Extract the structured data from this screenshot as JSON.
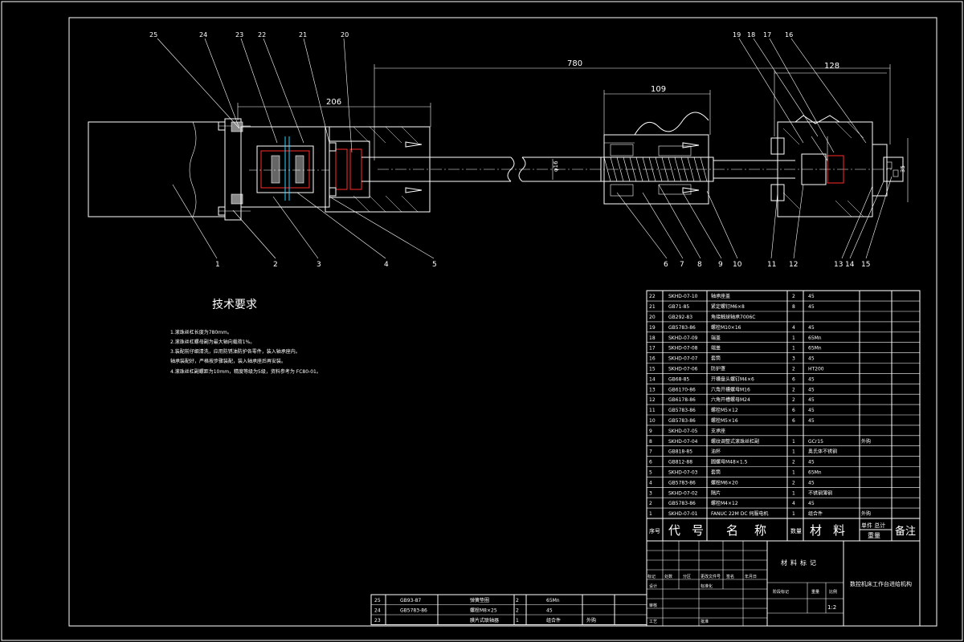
{
  "drawing": {
    "dimensions": {
      "d780": "780",
      "d128": "128",
      "d206": "206",
      "d109": "109",
      "d_small1": "φ16",
      "d_small2": "35"
    },
    "balloons_top": [
      "25",
      "24",
      "23",
      "22",
      "21",
      "20",
      "19",
      "18",
      "17",
      "16"
    ],
    "balloons_bottom": [
      "1",
      "2",
      "3",
      "4",
      "5",
      "6",
      "7",
      "8",
      "9",
      "10",
      "11",
      "12",
      "13",
      "14",
      "15"
    ]
  },
  "tech_req": {
    "title": "技术要求",
    "lines": [
      "1.滚珠丝杠长度为780mm。",
      "2.滚珠丝杠螺母副为最大轴向载荷1%。",
      "3.装配前仔细清洗，应用防锈油防护各零件，装入轴承座内。",
      "轴承装配好，严格按步骤装配，装入轴承座后再安装。",
      "4.滚珠丝杠副螺距为10mm，精度等级为5级，资料参考为 FC80-01。"
    ]
  },
  "bom": {
    "rows": [
      [
        "22",
        "SKHD-07-10",
        "轴承座盖",
        "2",
        "45",
        ""
      ],
      [
        "21",
        "GB71-85",
        "紧定螺钉M6×8",
        "8",
        "45",
        ""
      ],
      [
        "20",
        "GB292-83",
        "角接触球轴承7006C",
        "",
        "",
        ""
      ],
      [
        "19",
        "GB5783-86",
        "螺栓M10×16",
        "4",
        "45",
        ""
      ],
      [
        "18",
        "SKHD-07-09",
        "端盖",
        "1",
        "65Mn",
        ""
      ],
      [
        "17",
        "SKHD-07-08",
        "端盖",
        "1",
        "65Mn",
        ""
      ],
      [
        "16",
        "SKHD-07-07",
        "套筒",
        "3",
        "45",
        ""
      ],
      [
        "15",
        "SKHD-07-06",
        "防护罩",
        "2",
        "HT200",
        ""
      ],
      [
        "14",
        "GB68-85",
        "开槽盘头螺钉M4×6",
        "6",
        "45",
        ""
      ],
      [
        "13",
        "GB6170-86",
        "六角开槽螺母M16",
        "2",
        "45",
        ""
      ],
      [
        "12",
        "GB6178-86",
        "六角开槽螺母M24",
        "2",
        "45",
        ""
      ],
      [
        "11",
        "GB5783-86",
        "螺栓M5×12",
        "6",
        "45",
        ""
      ],
      [
        "10",
        "GB5783-86",
        "螺栓M5×16",
        "6",
        "45",
        ""
      ],
      [
        "9",
        "SKHD-07-05",
        "支承座",
        "",
        "",
        ""
      ],
      [
        "8",
        "SKHD-07-04",
        "螺纹调整式滚珠丝杠副",
        "1",
        "GCr15",
        "外购"
      ],
      [
        "7",
        "GB818-85",
        "油杯",
        "1",
        "奥氏体不锈钢",
        ""
      ],
      [
        "6",
        "GB812-88",
        "圆螺母M48×1.5",
        "2",
        "45",
        ""
      ],
      [
        "5",
        "SKHD-07-03",
        "套筒",
        "1",
        "65Mn",
        ""
      ],
      [
        "4",
        "GB5783-86",
        "螺栓M6×20",
        "2",
        "45",
        ""
      ],
      [
        "3",
        "SKHD-07-02",
        "隔片",
        "1",
        "不锈钢薄钢",
        ""
      ],
      [
        "2",
        "GB5783-86",
        "螺栓M4×12",
        "4",
        "45",
        ""
      ],
      [
        "1",
        "SKHD-07-01",
        "FANUC 22M DC 伺服电机",
        "1",
        "组合件",
        "外购"
      ]
    ],
    "header": {
      "seq": "序号",
      "code": "代号",
      "name": "名称",
      "qty": "数量",
      "material": "材料",
      "single_total": "单件 总计",
      "weight": "重量",
      "remark": "备注"
    }
  },
  "bom_lower": {
    "rows": [
      [
        "25",
        "GB93-87",
        "弹簧垫圈",
        "2",
        "65Mn",
        ""
      ],
      [
        "24",
        "GB5783-86",
        "螺栓M8×25",
        "2",
        "45",
        ""
      ],
      [
        "23",
        "",
        "膜片式联轴器",
        "1",
        "组合件",
        "外购"
      ]
    ]
  },
  "title_block": {
    "material_mark": "材料标记",
    "drawing_title": "数控机床工作台进给机构",
    "scale": "1:2",
    "labels": {
      "mark": "标记",
      "count": "处数",
      "zone": "分区",
      "change_doc": "更改文件号",
      "sign": "签名",
      "date": "年月日",
      "design": "设计",
      "std": "标准化",
      "review": "审核",
      "process": "工艺",
      "approve": "批准",
      "stage": "阶段标记",
      "weight": "重量",
      "ratio": "比例"
    }
  }
}
